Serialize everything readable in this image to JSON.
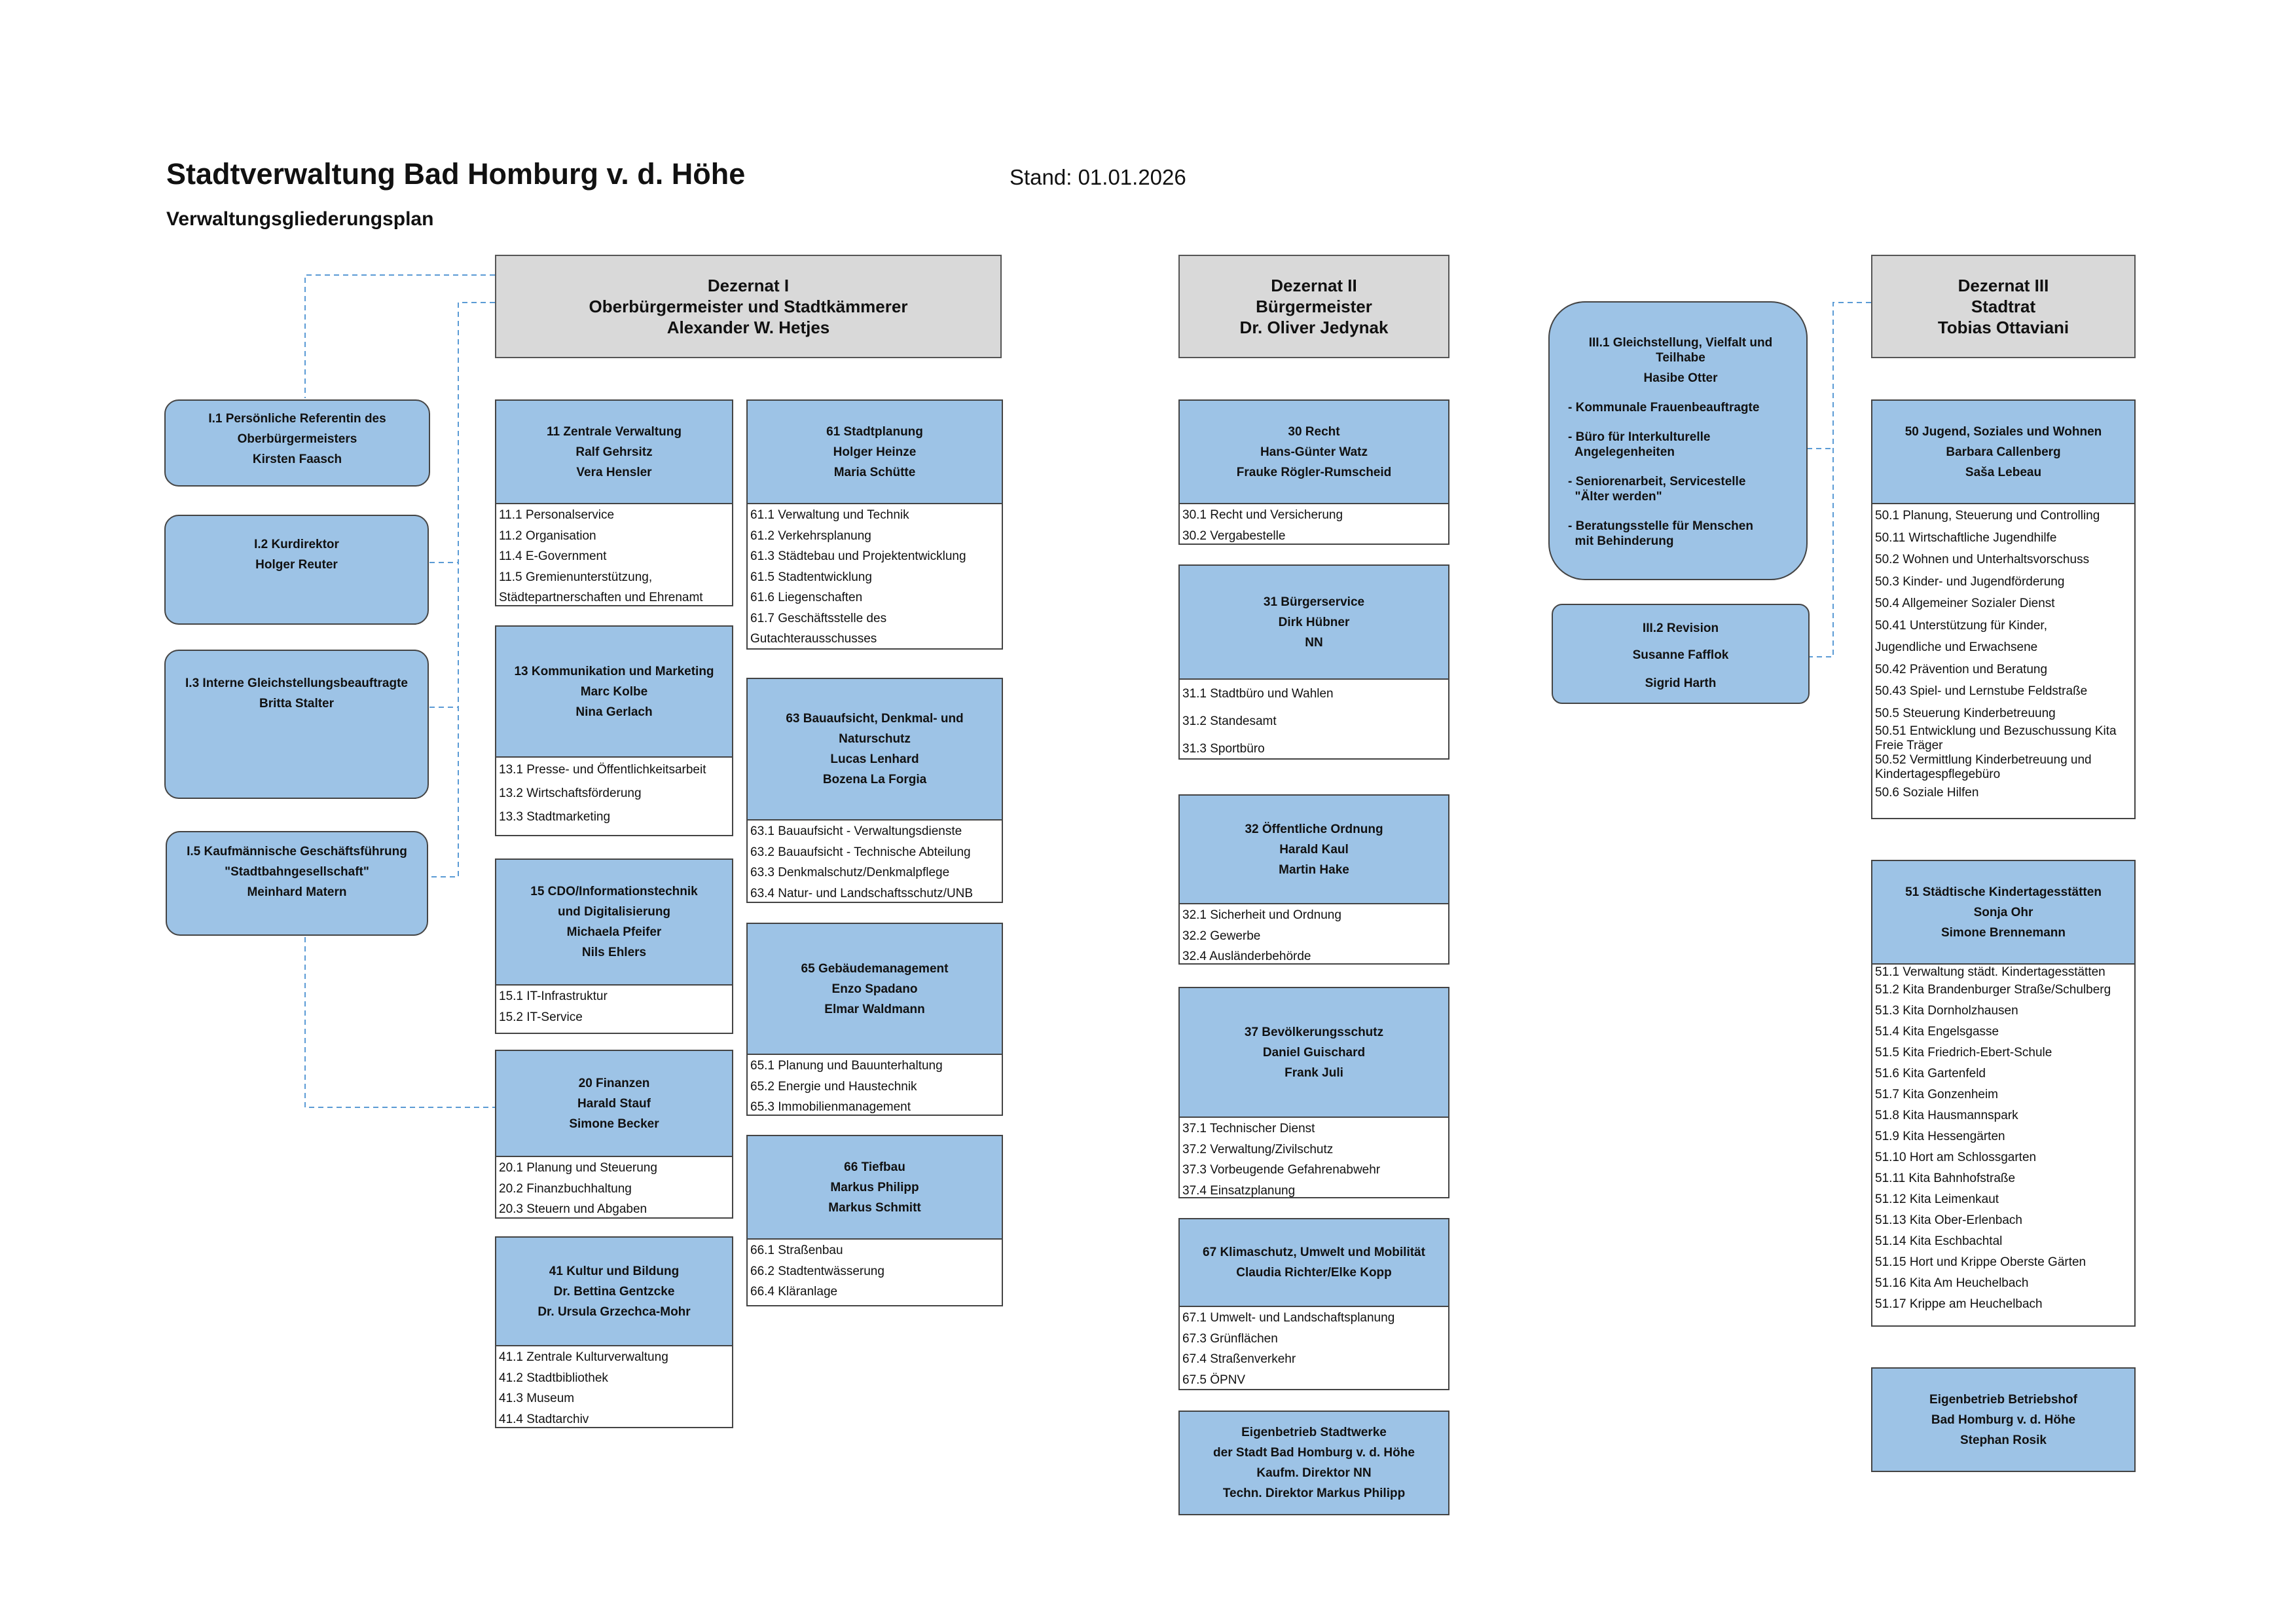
{
  "header": {
    "title": "Stadtverwaltung Bad Homburg v. d. Höhe",
    "stand": "Stand: 01.01.2026",
    "subtitle": "Verwaltungsgliederungsplan"
  },
  "colors": {
    "unit_head": "#9dc3e6",
    "dezernat_head": "#d9d9d9",
    "connector": "#5b9bd5"
  },
  "dezernate": [
    {
      "lines": [
        "Dezernat I",
        "Oberbürgermeister und Stadtkämmerer",
        "Alexander W. Hetjes"
      ]
    },
    {
      "lines": [
        "Dezernat II",
        "Bürgermeister",
        "Dr. Oliver Jedynak"
      ]
    },
    {
      "lines": [
        "Dezernat III",
        "Stadtrat",
        "Tobias Ottaviani"
      ]
    }
  ],
  "staff_units": [
    {
      "lines": [
        "I.1 Persönliche Referentin des",
        "Oberbürgermeisters",
        "Kirsten Faasch"
      ]
    },
    {
      "lines": [
        "I.2 Kurdirektor",
        "Holger Reuter"
      ]
    },
    {
      "lines": [
        "I.3 Interne Gleichstellungsbeauftragte",
        "Britta Stalter"
      ]
    },
    {
      "lines": [
        "I.5 Kaufmännische Geschäftsführung",
        "\"Stadtbahngesellschaft\"",
        "Meinhard Matern"
      ]
    },
    {
      "lines": [
        "III.1 Gleichstellung, Vielfalt und",
        "Teilhabe",
        "Hasibe Otter",
        "- Kommunale Frauenbeauftragte",
        "- Büro für Interkulturelle",
        "  Angelegenheiten",
        "- Seniorenarbeit, Servicestelle",
        "  \"Älter werden\"",
        "- Beratungsstelle für Menschen",
        "  mit Behinderung"
      ]
    },
    {
      "lines": [
        "III.2 Revision",
        "Susanne Fafflok",
        "Sigrid Harth"
      ]
    }
  ],
  "units": [
    {
      "head": [
        "11 Zentrale Verwaltung",
        "Ralf Gehrsitz",
        "Vera Hensler"
      ],
      "items": [
        "11.1 Personalservice",
        "11.2 Organisation",
        "11.4 E-Government",
        "11.5 Gremienunterstützung,",
        "Städtepartnerschaften und Ehrenamt"
      ]
    },
    {
      "head": [
        "13  Kommunikation und Marketing",
        "Marc Kolbe",
        "Nina Gerlach"
      ],
      "items": [
        "13.1 Presse- und Öffentlichkeitsarbeit",
        "13.2 Wirtschaftsförderung",
        "13.3 Stadtmarketing"
      ]
    },
    {
      "head": [
        "15 CDO/Informationstechnik",
        "und Digitalisierung",
        "Michaela Pfeifer",
        "Nils Ehlers"
      ],
      "items": [
        "15.1 IT-Infrastruktur",
        "15.2 IT-Service"
      ]
    },
    {
      "head": [
        "20 Finanzen",
        "Harald Stauf",
        "Simone Becker"
      ],
      "items": [
        "20.1 Planung und Steuerung",
        "20.2 Finanzbuchhaltung",
        "20.3 Steuern und Abgaben"
      ]
    },
    {
      "head": [
        "41 Kultur und Bildung",
        "Dr. Bettina Gentzcke",
        "Dr. Ursula Grzechca-Mohr"
      ],
      "items": [
        "41.1 Zentrale Kulturverwaltung",
        "41.2 Stadtbibliothek",
        "41.3 Museum",
        "41.4 Stadtarchiv"
      ]
    },
    {
      "head": [
        "61 Stadtplanung",
        "Holger Heinze",
        "Maria Schütte"
      ],
      "items": [
        "61.1 Verwaltung und Technik",
        "61.2 Verkehrsplanung",
        "61.3 Städtebau und Projektentwicklung",
        "61.5 Stadtentwicklung",
        "61.6 Liegenschaften",
        "61.7 Geschäftsstelle des",
        "Gutachterausschusses"
      ]
    },
    {
      "head": [
        "63 Bauaufsicht, Denkmal- und",
        "Naturschutz",
        "Lucas Lenhard",
        "Bozena La Forgia"
      ],
      "items": [
        "63.1 Bauaufsicht - Verwaltungsdienste",
        "63.2 Bauaufsicht - Technische Abteilung",
        "63.3 Denkmalschutz/Denkmalpflege",
        "63.4 Natur- und Landschaftsschutz/UNB"
      ]
    },
    {
      "head": [
        "65 Gebäudemanagement",
        "Enzo Spadano",
        "Elmar Waldmann"
      ],
      "items": [
        "65.1 Planung und Bauunterhaltung",
        "65.2 Energie und Haustechnik",
        "65.3 Immobilienmanagement"
      ]
    },
    {
      "head": [
        "66 Tiefbau",
        "Markus Philipp",
        "Markus Schmitt"
      ],
      "items": [
        "66.1 Straßenbau",
        "66.2 Stadtentwässerung",
        "66.4 Kläranlage"
      ]
    },
    {
      "head": [
        "30 Recht",
        "Hans-Günter Watz",
        "Frauke Rögler-Rumscheid"
      ],
      "items": [
        "30.1 Recht und Versicherung",
        "30.2 Vergabestelle"
      ]
    },
    {
      "head": [
        "31 Bürgerservice",
        "Dirk Hübner",
        "NN"
      ],
      "items": [
        "31.1 Stadtbüro und Wahlen",
        "31.2 Standesamt",
        "31.3 Sportbüro"
      ]
    },
    {
      "head": [
        "32 Öffentliche Ordnung",
        "Harald Kaul",
        "Martin Hake"
      ],
      "items": [
        "32.1 Sicherheit und Ordnung",
        "32.2 Gewerbe",
        "32.4 Ausländerbehörde"
      ]
    },
    {
      "head": [
        "37 Bevölkerungsschutz",
        "Daniel Guischard",
        "Frank Juli"
      ],
      "items": [
        "37.1 Technischer Dienst",
        "37.2 Verwaltung/Zivilschutz",
        "37.3 Vorbeugende Gefahrenabwehr",
        "37.4 Einsatzplanung"
      ]
    },
    {
      "head": [
        "67 Klimaschutz, Umwelt und Mobilität",
        "Claudia Richter/Elke Kopp"
      ],
      "items": [
        "67.1 Umwelt- und Landschaftsplanung",
        "67.3 Grünflächen",
        "67.4 Straßenverkehr",
        "67.5 ÖPNV"
      ]
    },
    {
      "head": [
        "Eigenbetrieb Stadtwerke",
        "der Stadt Bad Homburg v. d. Höhe",
        "Kaufm. Direktor NN",
        "Techn. Direktor Markus Philipp"
      ],
      "items": []
    },
    {
      "head": [
        "50 Jugend, Soziales und Wohnen",
        "Barbara Callenberg",
        "Saša Lebeau"
      ],
      "items": [
        "50.1 Planung, Steuerung und Controlling",
        "50.11 Wirtschaftliche Jugendhilfe",
        "50.2 Wohnen und Unterhaltsvorschuss",
        "50.3 Kinder- und Jugendförderung",
        "50.4 Allgemeiner Sozialer Dienst",
        "50.41 Unterstützung für Kinder,",
        "Jugendliche und Erwachsene",
        "50.42 Prävention und Beratung",
        "50.43 Spiel- und Lernstube Feldstraße",
        "50.5 Steuerung Kinderbetreuung",
        "50.51 Entwicklung und Bezuschussung Kita Freie Träger",
        "50.52 Vermittlung Kinderbetreuung und Kindertagespflegebüro",
        "50.6 Soziale Hilfen"
      ]
    },
    {
      "head": [
        "51 Städtische Kindertagesstätten",
        "Sonja Ohr",
        "Simone Brennemann"
      ],
      "items": [
        "51.1 Verwaltung städt. Kindertagesstätten",
        "51.2 Kita Brandenburger Straße/Schulberg",
        "51.3 Kita Dornholzhausen",
        "51.4 Kita Engelsgasse",
        "51.5 Kita Friedrich-Ebert-Schule",
        "51.6 Kita Gartenfeld",
        "51.7 Kita Gonzenheim",
        "51.8 Kita Hausmannspark",
        "51.9 Kita Hessengärten",
        "51.10 Hort am Schlossgarten",
        "51.11 Kita Bahnhofstraße",
        "51.12 Kita Leimenkaut",
        "51.13 Kita Ober-Erlenbach",
        "51.14 Kita Eschbachtal",
        "51.15 Hort und Krippe Oberste Gärten",
        "51.16 Kita Am Heuchelbach",
        "51.17 Krippe am Heuchelbach"
      ]
    },
    {
      "head": [
        "Eigenbetrieb  Betriebshof",
        "Bad Homburg v.  d. Höhe",
        "Stephan Rosik"
      ],
      "items": []
    }
  ]
}
